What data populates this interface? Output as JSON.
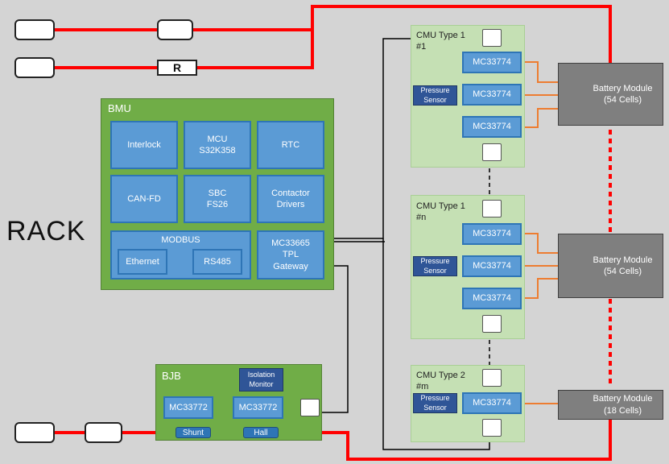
{
  "rack_label": "RACK",
  "resistor_label": "R",
  "bmu": {
    "title": "BMU",
    "blocks": {
      "interlock": "Interlock",
      "mcu": "MCU\nS32K358",
      "rtc": "RTC",
      "canfd": "CAN-FD",
      "sbc": "SBC\nFS26",
      "contactor": "Contactor\nDrivers",
      "modbus": "MODBUS",
      "ethernet": "Ethernet",
      "rs485": "RS485",
      "gateway": "MC33665\nTPL\nGateway"
    }
  },
  "bjb": {
    "title": "BJB",
    "isolation": "Isolation\nMonitor",
    "chip1": "MC33772",
    "chip2": "MC33772",
    "shunt": "Shunt",
    "hall": "Hall"
  },
  "cmus": [
    {
      "title": "CMU Type 1\n#1",
      "pressure": "Pressure\nSensor",
      "chips": [
        "MC33774",
        "MC33774",
        "MC33774"
      ]
    },
    {
      "title": "CMU Type 1\n#n",
      "pressure": "Pressure\nSensor",
      "chips": [
        "MC33774",
        "MC33774",
        "MC33774"
      ]
    },
    {
      "title": "CMU Type 2\n#m",
      "pressure": "Pressure\nSensor",
      "chips": [
        "MC33774"
      ]
    }
  ],
  "batteries": [
    {
      "label": "Battery Module\n(54 Cells)"
    },
    {
      "label": "Battery Module\n(54 Cells)"
    },
    {
      "label": "Battery Module\n(18 Cells)"
    }
  ],
  "colors": {
    "power_line": "#ff0000",
    "tap_line": "#ed7d31",
    "comm_line": "#000000"
  }
}
